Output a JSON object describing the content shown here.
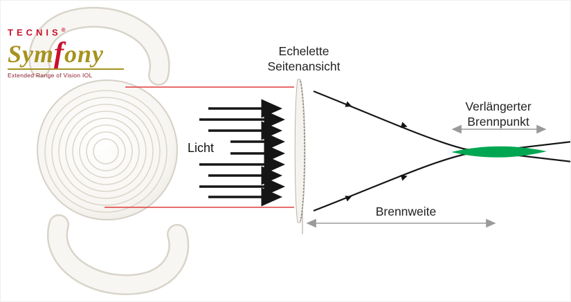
{
  "logo": {
    "brand": "TECNIS",
    "registered": "®",
    "product": {
      "pre": "Sym",
      "f": "f",
      "post": "ony"
    },
    "tagline": "Extended Range of Vision IOL"
  },
  "labels": {
    "echelette_line1": "Echelette",
    "echelette_line2": "Seitenansicht",
    "light": "Licht",
    "extended_focus_line1": "Verlängerter",
    "extended_focus_line2": "Brennpunkt",
    "focal_length": "Brennweite"
  },
  "colors": {
    "brand_red": "#c8102e",
    "logo_gold": "#a6921e",
    "connector_red": "#e03a3a",
    "ray_black": "#1a1a1a",
    "focus_green": "#00a651",
    "measure_gray": "#9a9a9a"
  }
}
